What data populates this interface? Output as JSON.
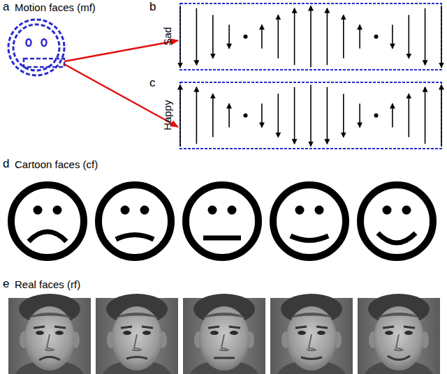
{
  "diagram": {
    "labels": [
      "a",
      "Motion faces (mf)",
      "b",
      "Sad",
      "c",
      "Happy",
      "d",
      "Cartoon faces (cf)",
      "e",
      "Real faces (rf)"
    ]
  }
}
